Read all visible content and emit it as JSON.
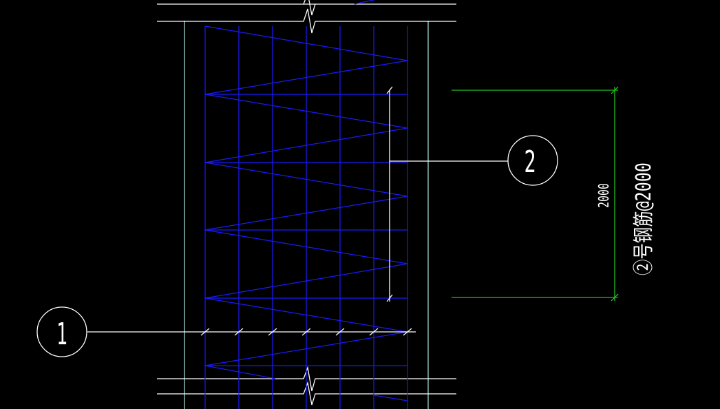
{
  "colors": {
    "background": "#000000",
    "rebar": "#1a1aff",
    "wall_edge": "#a8e6e0",
    "dimension": "#1fc21f",
    "annotation": "#ffffff"
  },
  "callouts": {
    "one": "1",
    "two": "2"
  },
  "dimension": {
    "value": "2000",
    "note": "②号钢筋@2000"
  }
}
